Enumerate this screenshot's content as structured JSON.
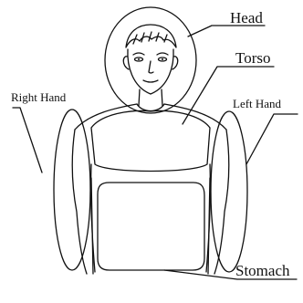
{
  "labels": {
    "head": "Head",
    "torso": "Torso",
    "right_hand": "Right Hand",
    "left_hand": "Left Hand",
    "stomach": "Stomach"
  },
  "colors": {
    "line": "#111111",
    "background": "#ffffff"
  }
}
